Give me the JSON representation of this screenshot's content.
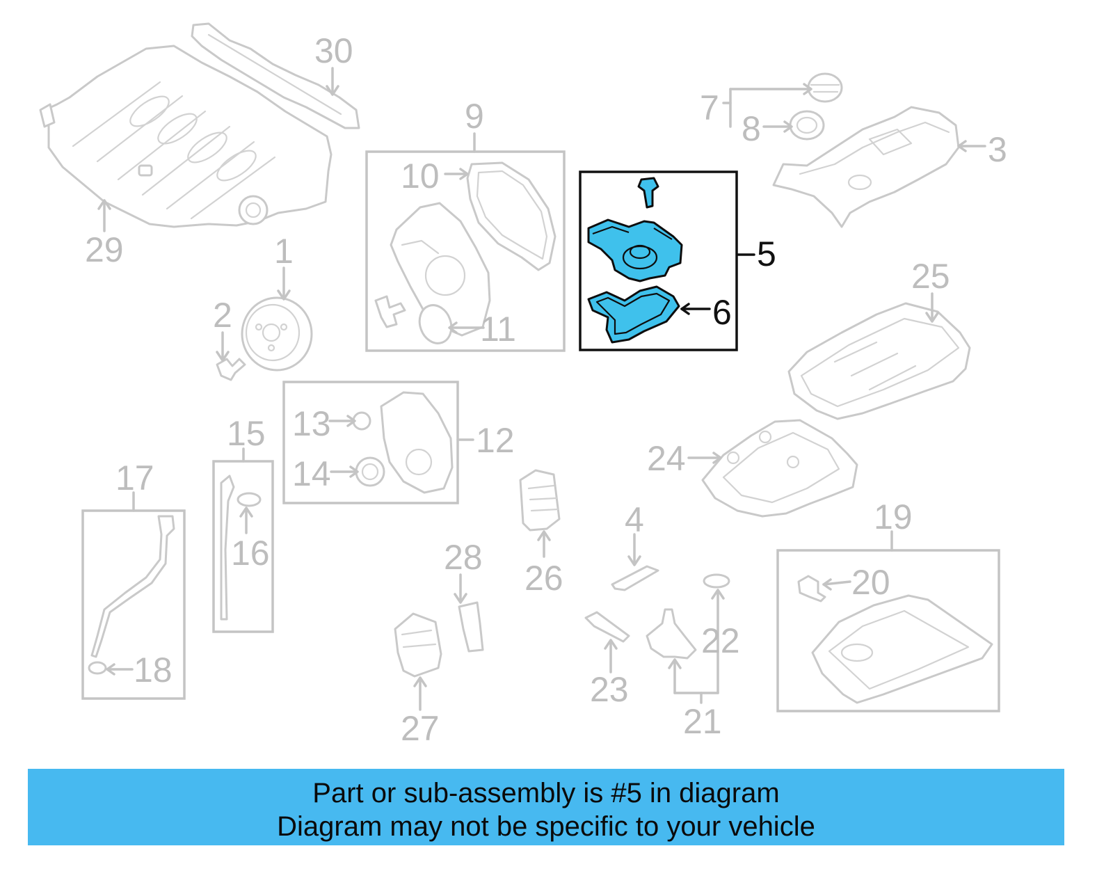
{
  "callouts": {
    "n1": "1",
    "n2": "2",
    "n3": "3",
    "n4": "4",
    "n5": "5",
    "n6": "6",
    "n7": "7",
    "n8": "8",
    "n9": "9",
    "n10": "10",
    "n11": "11",
    "n12": "12",
    "n13": "13",
    "n14": "14",
    "n15": "15",
    "n16": "16",
    "n17": "17",
    "n18": "18",
    "n19": "19",
    "n20": "20",
    "n21": "21",
    "n22": "22",
    "n23": "23",
    "n24": "24",
    "n25": "25",
    "n26": "26",
    "n27": "27",
    "n28": "28",
    "n29": "29",
    "n30": "30"
  },
  "highlighted_callouts": [
    "5",
    "6"
  ],
  "colors": {
    "highlight_part": "#3fc1ec",
    "banner_background": "#47b9f0",
    "faded_part": "#c4c4c4",
    "active_line": "#111111"
  },
  "banner": {
    "line1": "Part or sub-assembly is #5 in diagram",
    "line2": "Diagram may not be specific to your vehicle"
  }
}
